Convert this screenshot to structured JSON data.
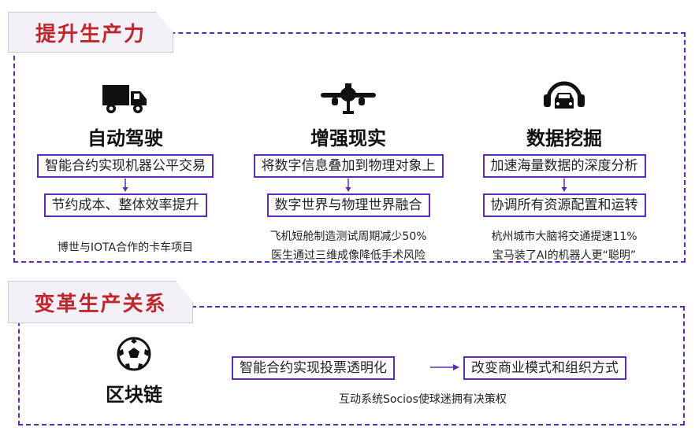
{
  "section1": {
    "tab": "提升生产力",
    "columns": [
      {
        "icon": "truck-icon",
        "title": "自动驾驶",
        "box1": "智能合约实现机器公平交易",
        "box2": "节约成本、整体效率提升",
        "notes": [
          "博世与IOTA合作的卡车项目"
        ]
      },
      {
        "icon": "airplane-icon",
        "title": "增强现实",
        "box1": "将数字信息叠加到物理对象上",
        "box2": "数字世界与物理世界融合",
        "notes": [
          "飞机短舱制造测试周期减少50%",
          "医生通过三维成像降低手术风险"
        ]
      },
      {
        "icon": "smart-car-icon",
        "title": "数据挖掘",
        "box1": "加速海量数据的深度分析",
        "box2": "协调所有资源配置和运转",
        "notes": [
          "杭州城市大脑将交通提速11%",
          "宝马装了AI的机器人更“聪明”"
        ]
      }
    ]
  },
  "section2": {
    "tab": "变革生产关系",
    "icon": "soccer-ball-icon",
    "title": "区块链",
    "box_left": "智能合约实现投票透明化",
    "box_right": "改变商业模式和组织方式",
    "note": "互动系统Socios使球迷拥有决策权"
  },
  "colors": {
    "accent": "#5b2bb8",
    "tab_text": "#c0272d",
    "tab_bg": "#f3f1f7"
  }
}
